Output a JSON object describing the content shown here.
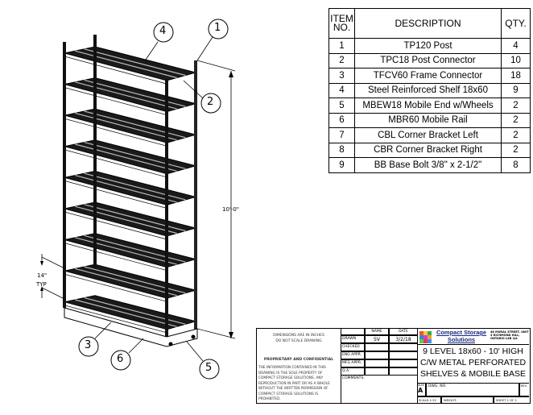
{
  "bom": {
    "headers": {
      "item": "ITEM NO.",
      "description": "DESCRIPTION",
      "qty": "QTY."
    },
    "rows": [
      {
        "item": "1",
        "description": "TP120 Post",
        "qty": "4"
      },
      {
        "item": "2",
        "description": "TPC18 Post Connector",
        "qty": "10"
      },
      {
        "item": "3",
        "description": "TFCV60 Frame Connector",
        "qty": "18"
      },
      {
        "item": "4",
        "description": "Steel Reinforced Shelf 18x60",
        "qty": "9"
      },
      {
        "item": "5",
        "description": "MBEW18 Mobile End w/Wheels",
        "qty": "2"
      },
      {
        "item": "6",
        "description": "MBR60 Mobile Rail",
        "qty": "2"
      },
      {
        "item": "7",
        "description": "CBL Corner Bracket Left",
        "qty": "2"
      },
      {
        "item": "8",
        "description": "CBR Corner Bracket Right",
        "qty": "2"
      },
      {
        "item": "9",
        "description": "BB Base Bolt 3/8\" x 2-1/2\"",
        "qty": "8"
      }
    ]
  },
  "drawing": {
    "callouts": [
      "1",
      "2",
      "3",
      "4",
      "5",
      "6"
    ],
    "height_dim": "10'-0\"",
    "spacing_dim": "14\"",
    "spacing_note": "TYP",
    "shelf_count": 9
  },
  "title_block": {
    "dimensions_note_1": "DIMENSIONS ARE IN INCHES",
    "dimensions_note_2": "DO NOT SCALE DRAWING",
    "proprietary_title": "PROPRIETARY AND CONFIDENTIAL",
    "proprietary_text": "THE INFORMATION CONTAINED IN THIS DRAWING IS THE SOLE PROPERTY OF COMPACT STORAGE SOLUTIONS. ANY REPRODUCTION IN PART OR AS A WHOLE WITHOUT THE WRITTEN PERMISSION OF COMPACT STORAGE SOLUTIONS IS PROHIBITED.",
    "name_header": "NAME",
    "date_header": "DATE",
    "drawn_label": "DRAWN",
    "drawn_name": "SV",
    "drawn_date": "3/2/18",
    "checked_label": "CHECKED",
    "eng_label": "ENG APPR.",
    "mfg_label": "MFG APPR.",
    "qa_label": "Q.A.",
    "comments_label": "COMMENTS:",
    "company_line1": "Compact Storage",
    "company_line2": "Solutions",
    "address": "48 MURAL STREET, UNIT 3 RICHMOND HILL, ONTARIO L4B 1J4",
    "title_line1": "9 LEVEL 18x60 - 10' HIGH",
    "title_line2": "C/W METAL PERFORATED",
    "title_line3": "SHELVES & MOBILE BASE",
    "size_label": "SIZE",
    "size_value": "A",
    "dwg_no_label": "DWG. NO.",
    "rev_label": "REV.",
    "scale_label": "SCALE:1:32",
    "weight_label": "WEIGHT:",
    "sheet_label": "SHEET 1 OF 1"
  }
}
